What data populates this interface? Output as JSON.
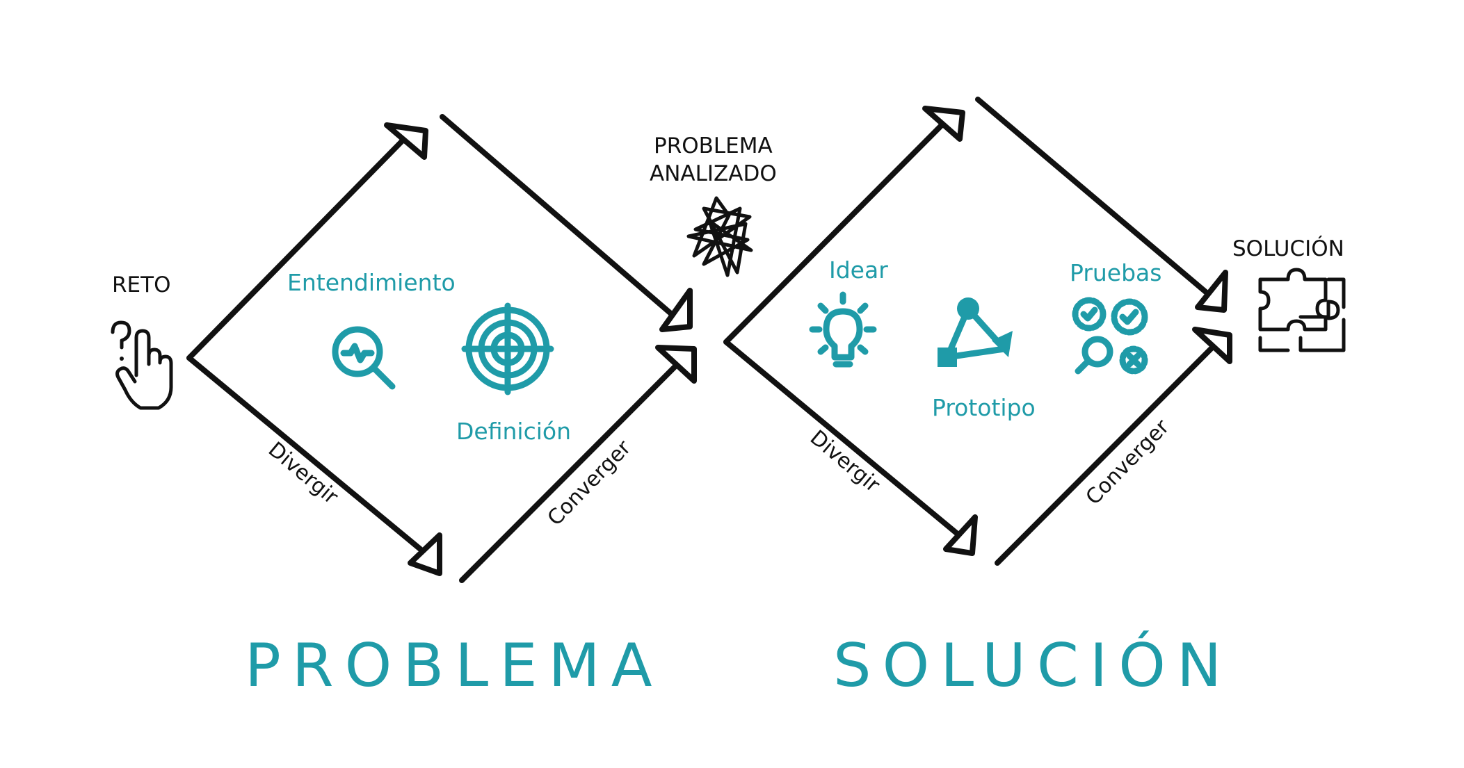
{
  "colors": {
    "teal": "#1f9ba8",
    "ink": "#111111",
    "background": "#ffffff"
  },
  "labels": {
    "reto": "RETO",
    "problema_analizado_line1": "PROBLEMA",
    "problema_analizado_line2": "ANALIZADO",
    "solucion_top": "SOLUCIÓN",
    "entendimiento": "Entendimiento",
    "definicion": "Definición",
    "idear": "Idear",
    "prototipo": "Prototipo",
    "pruebas": "Pruebas",
    "divergir_1": "Divergir",
    "converger_1": "Converger",
    "divergir_2": "Divergir",
    "converger_2": "Converger",
    "problema_big": "PROBLEMA",
    "solucion_big": "SOLUCIÓN"
  },
  "icons": {
    "reto": "hand-pointer-question-icon",
    "problema_analizado": "tangled-scribble-icon",
    "solucion": "puzzle-pieces-icon",
    "entendimiento": "magnifier-pulse-icon",
    "definicion": "target-crosshair-icon",
    "idear": "lightbulb-icon",
    "prototipo": "shapes-network-icon",
    "pruebas": "gears-check-icon"
  }
}
